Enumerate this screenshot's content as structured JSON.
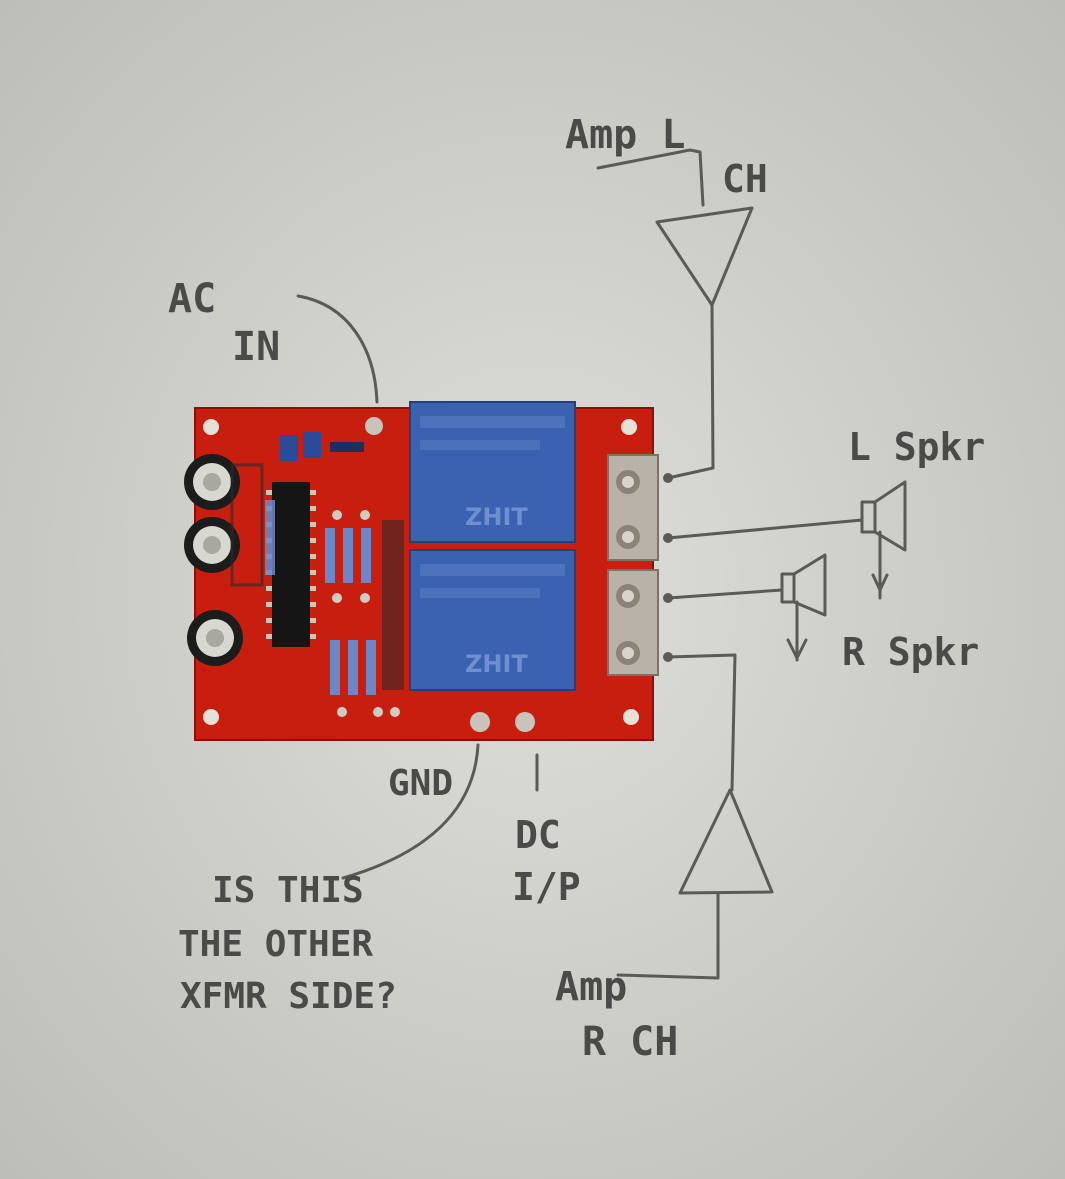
{
  "colors": {
    "paper": "#d4d4ce",
    "pencil": "#4a4a48",
    "pcb": "#c81e10",
    "relay": "#3a62b0",
    "relay_text": "#6e8fd0",
    "terminal": "#b8b2a8"
  },
  "labels": {
    "amp_l": "Amp L",
    "amp_l_ch": "CH",
    "ac_in_line1": "AC",
    "ac_in_line2": "IN",
    "l_spkr": "L Spkr",
    "r_spkr": "R Spkr",
    "gnd": "GND",
    "dc_ip_line1": "DC",
    "dc_ip_line2": "I/P",
    "question_line1": "IS THIS",
    "question_line2": "THE OTHER",
    "question_line3": "XFMR SIDE?",
    "amp_r_line1": "Amp",
    "amp_r_line2": "R CH"
  },
  "relays": [
    {
      "marking": "ZHIT"
    },
    {
      "marking": "ZHIT"
    }
  ]
}
